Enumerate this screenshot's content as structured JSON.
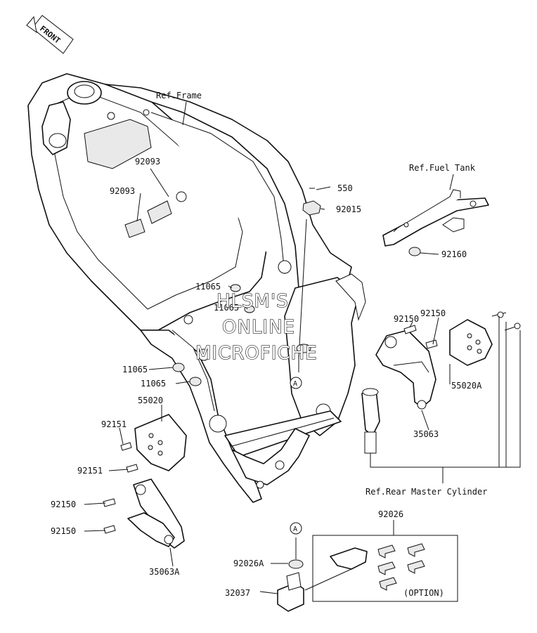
{
  "front_label": "FRONT",
  "watermark": [
    "HLSM'S",
    "ONLINE",
    "MICROFICHE"
  ],
  "callouts": {
    "ref_frame": "Ref.Frame",
    "ref_fuel_tank": "Ref.Fuel Tank",
    "ref_rear_master_cylinder": "Ref.Rear Master Cylinder",
    "p550": "550",
    "p92015": "92015",
    "p92093_a": "92093",
    "p92093_b": "92093",
    "p92160": "92160",
    "p11065_a": "11065",
    "p11065_b": "11065",
    "p11065_c": "11065",
    "p11065_d": "11065",
    "p92150_a": "92150",
    "p92150_b": "92150",
    "p92150_c": "92150",
    "p92150_d": "92150",
    "p55020A": "55020A",
    "p35063": "35063",
    "p55020": "55020",
    "p92151_a": "92151",
    "p92151_b": "92151",
    "p35063A": "35063A",
    "p92026": "92026",
    "p92026A": "92026A",
    "p32037": "32037",
    "option": "(OPTION)",
    "ref_a_1": "A",
    "ref_a_2": "A"
  }
}
